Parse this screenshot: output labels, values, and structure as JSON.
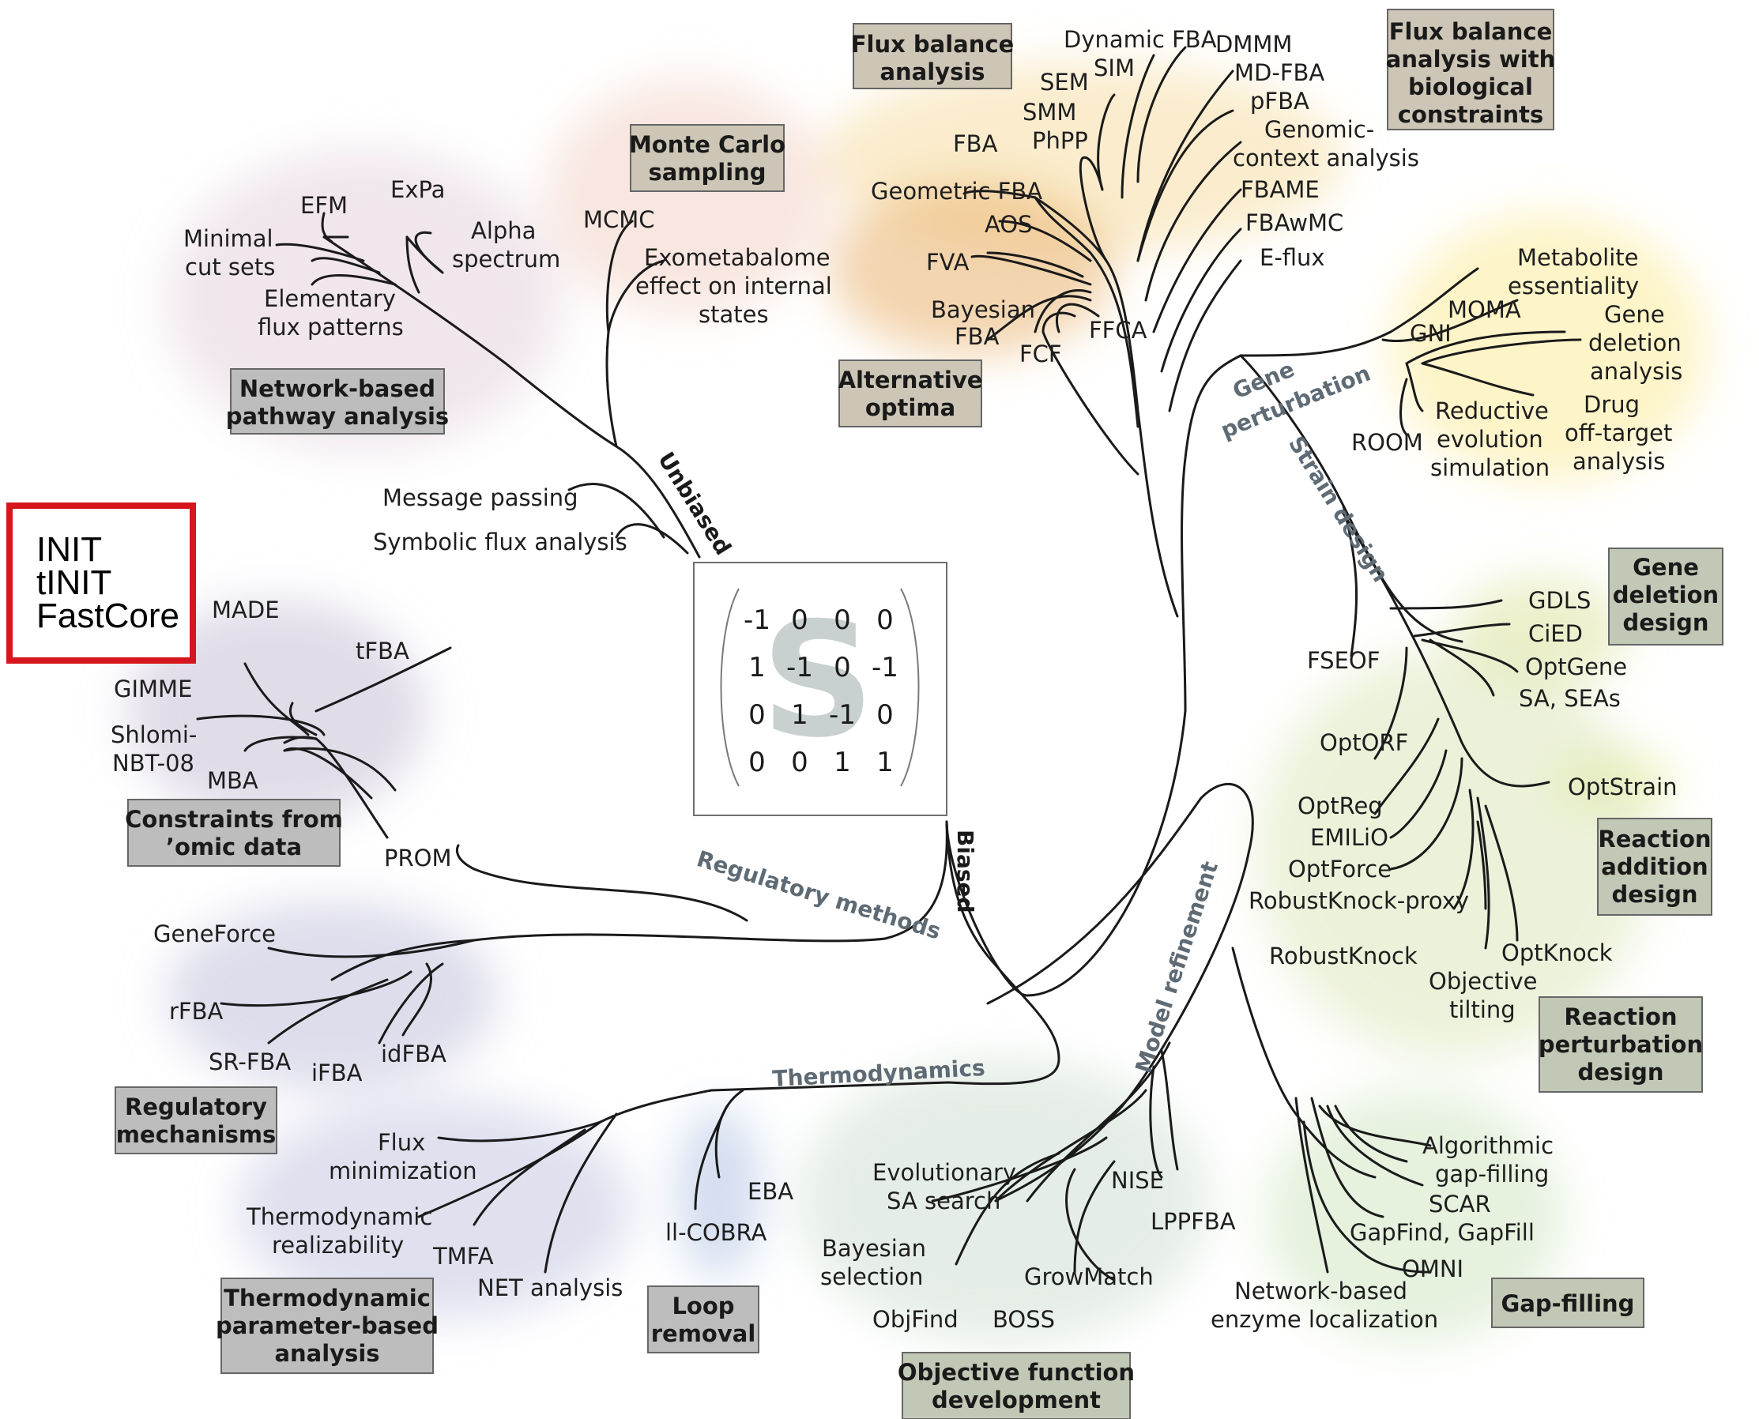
{
  "boxes": {
    "flux_balance": [
      "Flux balance",
      "analysis"
    ],
    "fba_bio": [
      "Flux balance",
      "analysis with",
      "biological",
      "constraints"
    ],
    "monte_carlo": [
      "Monte Carlo",
      "sampling"
    ],
    "network_based": [
      "Network-based",
      "pathway analysis"
    ],
    "alternative": [
      "Alternative",
      "optima"
    ],
    "gene_deletion": [
      "Gene",
      "deletion",
      "design"
    ],
    "reaction_addition": [
      "Reaction",
      "addition",
      "design"
    ],
    "reaction_perturbation": [
      "Reaction",
      "perturbation",
      "design"
    ],
    "constraints_omic": [
      "Constraints from",
      "’omic data"
    ],
    "regulatory_mech": [
      "Regulatory",
      "mechanisms"
    ],
    "thermo_param": [
      "Thermodynamic",
      "parameter-based",
      "analysis"
    ],
    "loop_removal": [
      "Loop",
      "removal"
    ],
    "objective_fn": [
      "Objective function",
      "development"
    ],
    "gap_filling": [
      "Gap-filling"
    ]
  },
  "highlight": [
    "INIT",
    "tINIT",
    "FastCore"
  ],
  "matrix": {
    "letter": "S",
    "rows": [
      [
        "-1",
        "0",
        "0",
        "0"
      ],
      [
        "1",
        "-1",
        "0",
        "-1"
      ],
      [
        "0",
        "1",
        "-1",
        "0"
      ],
      [
        "0",
        "0",
        "1",
        "1"
      ]
    ]
  },
  "branches": {
    "unbiased": "Unbiased",
    "biased": "Biased",
    "gene_perturbation": [
      "Gene",
      "perturbation"
    ],
    "strain_design": "Strain design",
    "regulatory": "Regulatory methods",
    "thermodynamics": "Thermodynamics",
    "model_refinement": "Model refinement"
  },
  "labels": {
    "dynamic_fba": "Dynamic FBA",
    "dmmm": "DMMM",
    "sim": "SIM",
    "sem": "SEM",
    "md_fba": "MD-FBA",
    "smm": "SMM",
    "pfba": "pFBA",
    "fba": "FBA",
    "phpp": "PhPP",
    "genomic": [
      "Genomic-",
      "context analysis"
    ],
    "geometric_fba": "Geometric FBA",
    "fbame": "FBAME",
    "aos": "AOS",
    "fbawmc": "FBAwMC",
    "fva": "FVA",
    "e_flux": "E-flux",
    "bayesian_fba": [
      "Bayesian",
      "FBA"
    ],
    "ffca": "FFCA",
    "fcf": "FCF",
    "mcmc": "MCMC",
    "exometabolome": [
      "Exometabalome",
      "effect on internal",
      "states"
    ],
    "efm": "EFM",
    "expa": "ExPa",
    "minimal": [
      "Minimal",
      "cut sets"
    ],
    "alpha": [
      "Alpha",
      "spectrum"
    ],
    "elementary": [
      "Elementary",
      "flux patterns"
    ],
    "message": "Message passing",
    "symbolic": "Symbolic flux analysis",
    "metabolite": [
      "Metabolite",
      "essentiality"
    ],
    "moma": "MOMA",
    "gni": "GNI",
    "gene_del_analysis": [
      "Gene",
      "deletion",
      "analysis"
    ],
    "room": "ROOM",
    "reductive": [
      "Reductive",
      "evolution",
      "simulation"
    ],
    "drug": [
      "Drug",
      "off-target",
      "analysis"
    ],
    "gdls": "GDLS",
    "cied": "CiED",
    "optgene": "OptGene",
    "sa_seas": "SA, SEAs",
    "fseof": "FSEOF",
    "optorf": "OptORF",
    "optstrain": "OptStrain",
    "optreg": "OptReg",
    "emilio": "EMILiO",
    "optforce": "OptForce",
    "rk_proxy": "RobustKnock-proxy",
    "robustknock": "RobustKnock",
    "optknock": "OptKnock",
    "objective_tilting": [
      "Objective",
      "tilting"
    ],
    "made": "MADE",
    "tfba": "tFBA",
    "gimme": "GIMME",
    "shlomi": [
      "Shlomi-",
      "NBT-08"
    ],
    "mba": "MBA",
    "prom": "PROM",
    "geneforce": "GeneForce",
    "rfba": "rFBA",
    "sr_fba": "SR-FBA",
    "ifba": "iFBA",
    "idfba": "idFBA",
    "flux_min": [
      "Flux",
      "minimization"
    ],
    "thermo_real": [
      "Thermodynamic",
      "realizability"
    ],
    "tmfa": "TMFA",
    "net": "NET analysis",
    "eba": "EBA",
    "ll_cobra": "ll-COBRA",
    "evolutionary": [
      "Evolutionary",
      "SA search"
    ],
    "bayesian_sel": [
      "Bayesian",
      "selection"
    ],
    "nise": "NISE",
    "lppfba": "LPPFBA",
    "growmatch": "GrowMatch",
    "objfind": "ObjFind",
    "boss": "BOSS",
    "algorithmic": [
      "Algorithmic",
      "gap-filling"
    ],
    "scar": "SCAR",
    "gapfind": "GapFind, GapFill",
    "omni": "OMNI",
    "network_enzyme": [
      "Network-based",
      "enzyme localization"
    ]
  },
  "colors": {
    "box_fill_warm": "#cdc6b6",
    "box_fill_grey": "#bdbdbd",
    "box_fill_green": "#c2c8b6",
    "highlight_border": "#d6161c",
    "branch_text": "#5f6b74"
  }
}
